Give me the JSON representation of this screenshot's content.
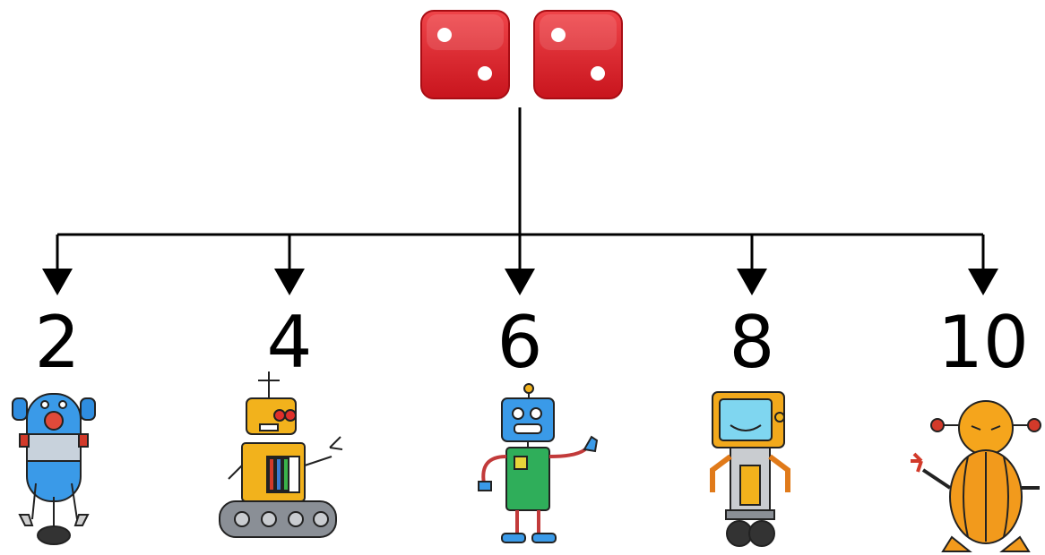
{
  "dice": {
    "die_values": [
      2,
      2
    ],
    "color": "#e0202a",
    "pip_color": "#ffffff"
  },
  "outcomes": [
    {
      "value": "2",
      "robot": "blue-capsule-robot-icon"
    },
    {
      "value": "4",
      "robot": "yellow-tank-robot-icon"
    },
    {
      "value": "6",
      "robot": "green-waving-robot-icon"
    },
    {
      "value": "8",
      "robot": "screen-face-robot-icon"
    },
    {
      "value": "10",
      "robot": "orange-egg-robot-icon"
    }
  ],
  "colors": {
    "line": "#000000",
    "background": "#ffffff"
  }
}
